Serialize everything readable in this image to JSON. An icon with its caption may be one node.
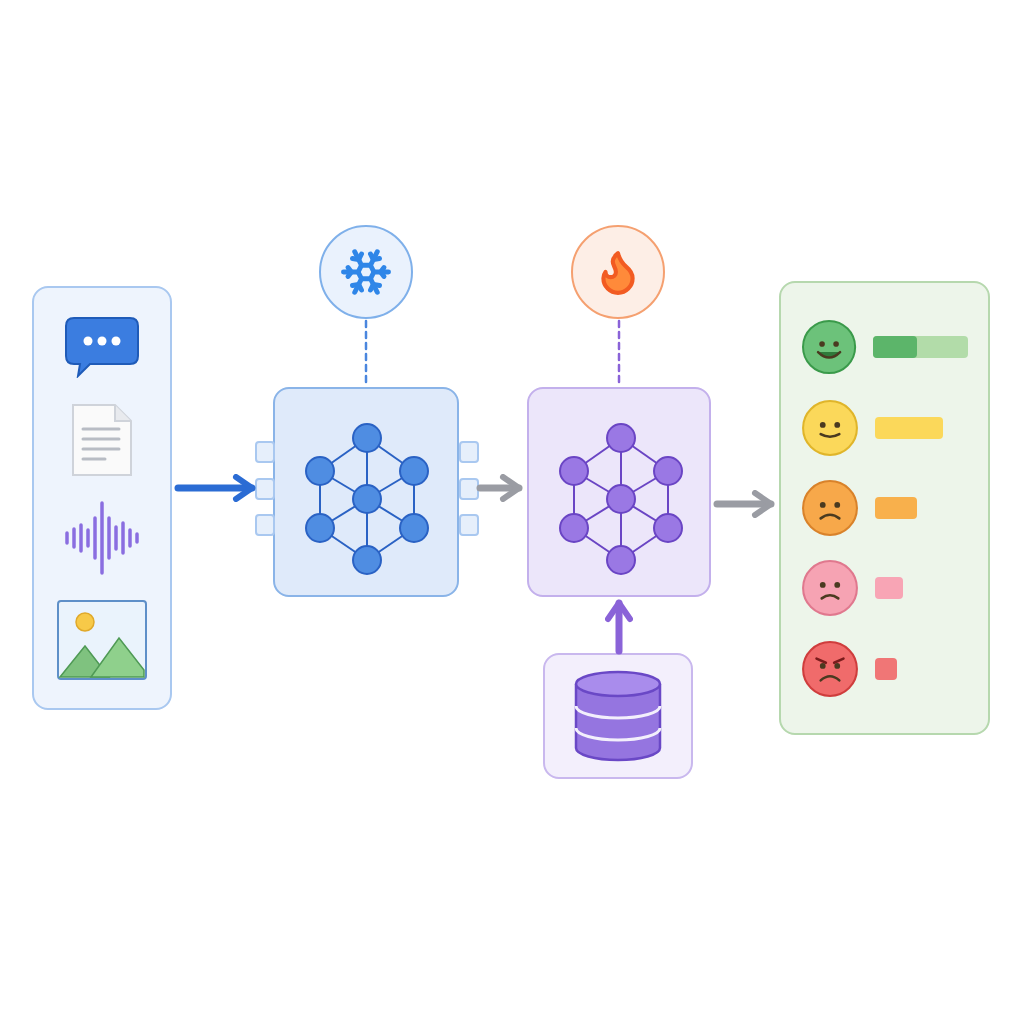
{
  "diagram": {
    "nodes": [
      {
        "text": [],
        "shape": "box"
      },
      {
        "text": [],
        "shape": "circle"
      },
      {
        "text": [],
        "shape": "box"
      },
      {
        "text": [],
        "shape": "circle"
      },
      {
        "text": [],
        "shape": "box"
      },
      {
        "text": [],
        "shape": "box"
      },
      {
        "text": [],
        "shape": "box"
      }
    ],
    "edges": [
      {
        "from": 0,
        "to": 2,
        "arrow": "to",
        "color": "#2b6cd4"
      },
      {
        "from": 2,
        "to": 4,
        "arrow": "to"
      },
      {
        "from": 4,
        "to": 6,
        "arrow": "to"
      },
      {
        "from": 5,
        "to": 4,
        "arrow": "to",
        "color": "#8a63d8"
      },
      {
        "from": 1,
        "to": 2,
        "arrow": "none",
        "style": "dashed",
        "color": "#4a86de"
      },
      {
        "from": 3,
        "to": 4,
        "arrow": "none",
        "style": "dashed",
        "color": "#8a63d8"
      }
    ]
  }
}
